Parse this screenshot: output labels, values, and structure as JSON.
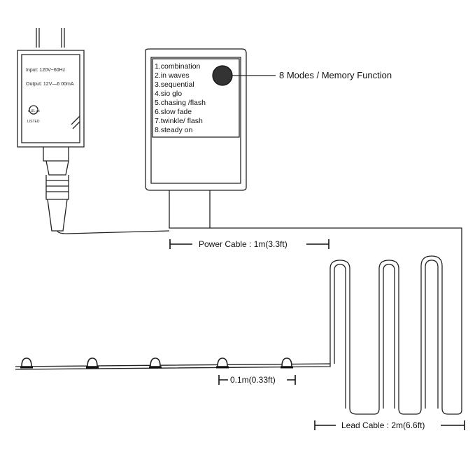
{
  "adapter": {
    "input": "Input: 120V~60Hz",
    "output": "Output: 12V—6 00mA",
    "cert_text": "c UL us",
    "listed": "LISTED"
  },
  "controller": {
    "modes": [
      "1.combination",
      "2.in waves",
      "3.sequential",
      "4.sio glo",
      "5.chasing /flash",
      "6.slow fade",
      "7.twinkle/ flash",
      "8.steady on"
    ],
    "button_label": "8 Modes / Memory Function"
  },
  "dimensions": {
    "power_cable": "Power Cable : 1m(3.3ft)",
    "bulb_spacing": "0.1m(0.33ft)",
    "lead_cable": "Lead Cable : 2m(6.6ft)"
  },
  "colors": {
    "line": "#222222",
    "button": "#333333"
  }
}
